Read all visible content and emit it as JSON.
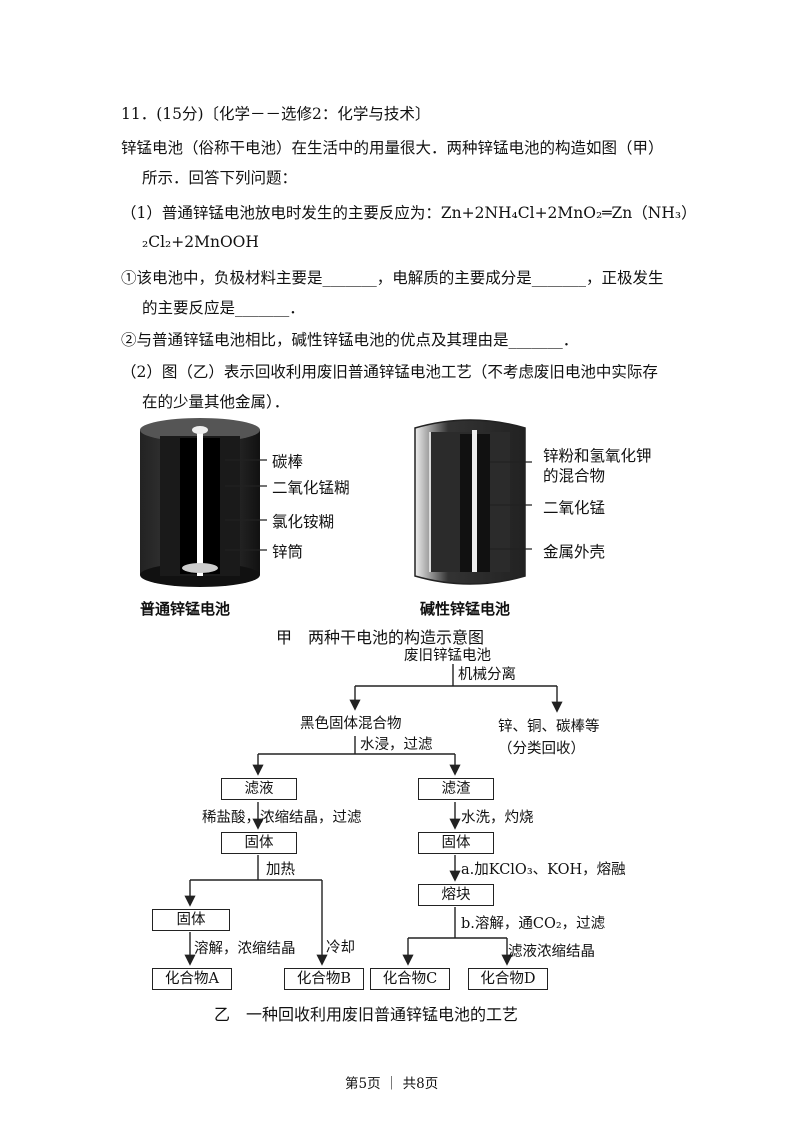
{
  "question": {
    "header": "11．(15分)〔化学－－选修2：化学与技术〕",
    "intro_1": "锌锰电池（俗称干电池）在生活中的用量很大．两种锌锰电池的构造如图（甲）",
    "intro_2": "所示．回答下列问题：",
    "q1_1": "（1）普通锌锰电池放电时发生的主要反应为：Zn+2NH₄Cl+2MnO₂═Zn（NH₃）",
    "q1_2": "₂Cl₂+2MnOOH",
    "q1_a1": "①该电池中，负极材料主要是_______，电解质的主要成分是_______，正极发生",
    "q1_a2": "的主要反应是_______．",
    "q1_b": "②与普通锌锰电池相比，碱性锌锰电池的优点及其理由是_______．",
    "q2_1": "（2）图（乙）表示回收利用废旧普通锌锰电池工艺（不考虑废旧电池中实际存",
    "q2_2": "在的少量其他金属）．"
  },
  "figure_jia": {
    "left_labels": [
      "碳棒",
      "二氧化锰糊",
      "氯化铵糊",
      "锌筒"
    ],
    "left_caption": "普通锌锰电池",
    "right_label_1a": "锌粉和氢氧化钾",
    "right_label_1b": "的混合物",
    "right_label_2": "二氧化锰",
    "right_label_3": "金属外壳",
    "right_caption": "碱性锌锰电池",
    "title": "甲　两种干电池的构造示意图"
  },
  "figure_yi": {
    "start": "废旧锌锰电池",
    "step_separation": "机械分离",
    "black_mix": "黑色固体混合物",
    "step_leach": "水浸，过滤",
    "recycle_1": "锌、铜、碳棒等",
    "recycle_2": "（分类回收）",
    "filtrate": "滤液",
    "step_filtrate": "稀盐酸，浓缩结晶，过滤",
    "residue": "滤渣",
    "step_residue": "水洗，灼烧",
    "solid": "固体",
    "step_heat": "加热",
    "step_a": "a.加KClO₃、KOH，熔融",
    "melt": "熔块",
    "step_b": "b.溶解，通CO₂，过滤",
    "step_dissolve": "溶解，浓缩结晶",
    "step_cool": "冷却",
    "step_filtrate_conc": "滤液浓缩结晶",
    "compound_a": "化合物A",
    "compound_b": "化合物B",
    "compound_c": "化合物C",
    "compound_d": "化合物D",
    "title": "乙　一种回收利用废旧普通锌锰电池的工艺"
  },
  "footer": {
    "page": "第5页 ｜ 共8页"
  }
}
